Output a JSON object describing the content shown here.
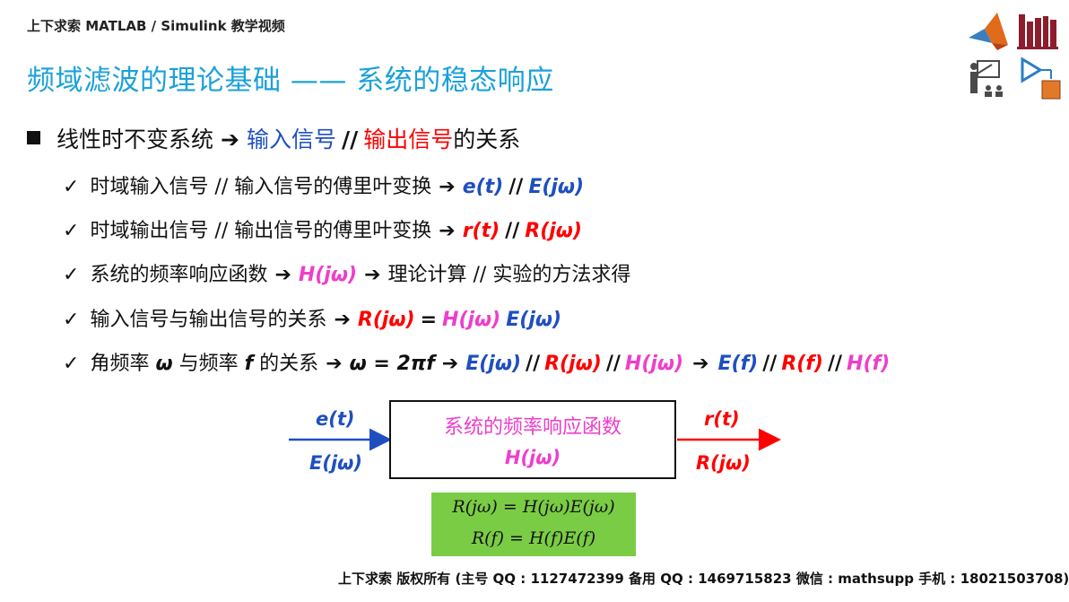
{
  "header": {
    "top_label": "上下求索 MATLAB / Simulink 教学视频",
    "title": "频域滤波的理论基础 —— 系统的稳态响应"
  },
  "icons": [
    "matlab-logo-icon",
    "books-icon",
    "teacher-presentation-icon",
    "simulink-block-icon"
  ],
  "main_bullet": {
    "text": "线性时不变系统",
    "input": "输入信号",
    "sep": "//",
    "output": "输出信号",
    "suffix": "的关系"
  },
  "items": [
    {
      "text": "时域输入信号 // 输入信号的傅里叶变换",
      "r1": "e(t)",
      "sep": "//",
      "r2": "E(jω)"
    },
    {
      "text": "时域输出信号 // 输出信号的傅里叶变换",
      "r1": "r(t)",
      "sep": "//",
      "r2": "R(jω)"
    },
    {
      "text": "系统的频率响应函数",
      "r1": "H(jω)",
      "r2": "理论计算 // 实验的方法求得"
    },
    {
      "text": "输入信号与输出信号的关系",
      "lhs": "R(jω)",
      "eq": "=",
      "h": "H(jω)",
      "e": "E(jω)"
    },
    {
      "prefix": "角频率",
      "omega": "ω",
      "mid": "与频率",
      "f": "f",
      "suffix": "的关系",
      "formula": "ω = 2πf",
      "E": "E(jω)",
      "R": "R(jω)",
      "H": "H(jω)",
      "Ef": "E(f)",
      "Rf": "R(f)",
      "Hf": "H(f)",
      "sep": "//"
    }
  ],
  "diagram": {
    "input_top": "e(t)",
    "input_bottom": "E(jω)",
    "box_title": "系统的频率响应函数",
    "box_h": "H(jω)",
    "output_top": "r(t)",
    "output_bottom": "R(jω)",
    "eq1": "R(jω) = H(jω)E(jω)",
    "eq2": "R(f) = H(f)E(f)"
  },
  "footer": "上下求索 版权所有 (主号 QQ : 1127472399   备用 QQ : 1469715823   微信 : mathsupp   手机 : 18021503708)",
  "colors": {
    "title": "#1ba1d9",
    "blue": "#1f4fbf",
    "red": "#ff0000",
    "pink": "#ee3ecb",
    "eq_bg": "#7acc45"
  }
}
